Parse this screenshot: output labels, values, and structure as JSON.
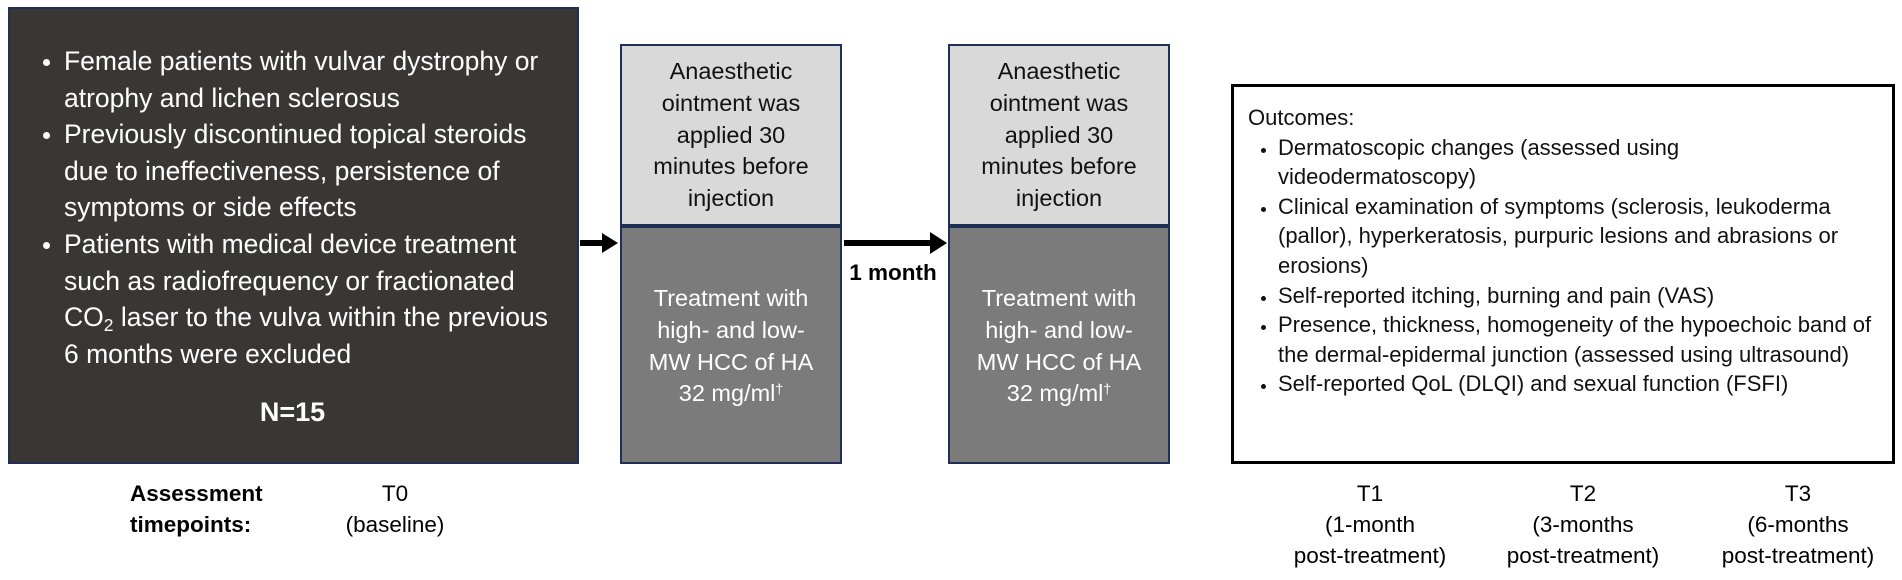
{
  "criteria": {
    "items": [
      "Female patients with vulvar dystrophy or atrophy and lichen sclerosus",
      "Previously discontinued topical steroids due to ineffectiveness, persistence of symptoms or side effects",
      "Patients with medical device treatment such as radiofrequency or fractionated CO2 laser to the vulva within the previous 6 months were excluded"
    ],
    "item3_part1": "Patients with medical device treatment such as radiofrequency or fractionated CO",
    "item3_sub": "2",
    "item3_part2": " laser to the vulva within the previous 6 months were excluded",
    "n": "N=15"
  },
  "session": {
    "anaesthetic_line1": "Anaesthetic",
    "anaesthetic_line2": "ointment was",
    "anaesthetic_line3": "applied 30",
    "anaesthetic_line4": "minutes before",
    "anaesthetic_line5": "injection",
    "treatment_line1": "Treatment with",
    "treatment_line2": "high- and low-",
    "treatment_line3": "MW HCC of HA",
    "treatment_line4": "32 mg/ml",
    "treatment_dagger": "†"
  },
  "interval": "1 month",
  "outcomes": {
    "heading": "Outcomes:",
    "items": [
      "Dermatoscopic changes (assessed using videodermatoscopy)",
      "Clinical examination of symptoms (sclerosis, leukoderma (pallor), hyperkeratosis, purpuric lesions and abrasions or erosions)",
      "Self-reported itching, burning and pain (VAS)",
      "Presence, thickness, homogeneity of the hypoechoic band of the dermal-epidermal junction (assessed using ultrasound)",
      "Self-reported QoL (DLQI) and sexual function (FSFI)"
    ]
  },
  "timepoints": {
    "label_line1": "Assessment",
    "label_line2": "timepoints:",
    "t0": {
      "name": "T0",
      "desc": "(baseline)"
    },
    "t1": {
      "name": "T1",
      "desc1": "(1-month",
      "desc2": "post-treatment)"
    },
    "t2": {
      "name": "T2",
      "desc1": "(3-months",
      "desc2": "post-treatment)"
    },
    "t3": {
      "name": "T3",
      "desc1": "(6-months",
      "desc2": "post-treatment)"
    }
  },
  "colors": {
    "criteria_fill": "#3a3634",
    "border_navy": "#1f2f56",
    "session_top": "#d9d9d9",
    "session_bottom": "#7b7b7b"
  }
}
